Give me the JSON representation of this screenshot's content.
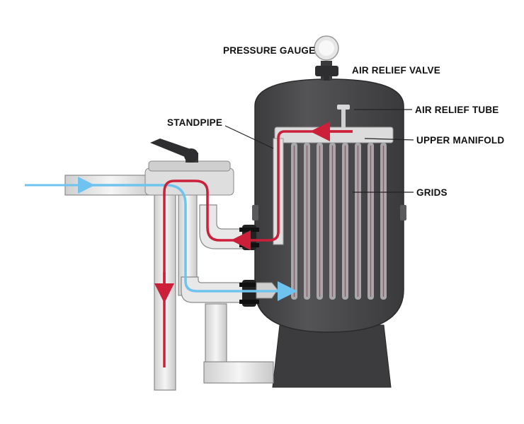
{
  "labels": {
    "pressure_gauge": "PRESSURE GAUGE",
    "air_relief_valve": "AIR RELIEF VALVE",
    "air_relief_tube": "AIR RELIEF TUBE",
    "standpipe": "STANDPIPE",
    "upper_manifold": "UPPER MANIFOLD",
    "grids": "GRIDS"
  },
  "colors": {
    "tank": "#4a4a4c",
    "tank_dark": "#2f2f31",
    "pipe": "#eeeeee",
    "pipe_edge": "#8a8a8a",
    "flow_dirty": "#cc1f3a",
    "flow_clean": "#6fc3ef",
    "grid": "#9a9a9c",
    "text": "#111111"
  },
  "icons": {
    "gauge": "pressure-gauge-icon",
    "valve": "air-relief-valve-icon",
    "handle": "multiport-valve-handle-icon"
  }
}
